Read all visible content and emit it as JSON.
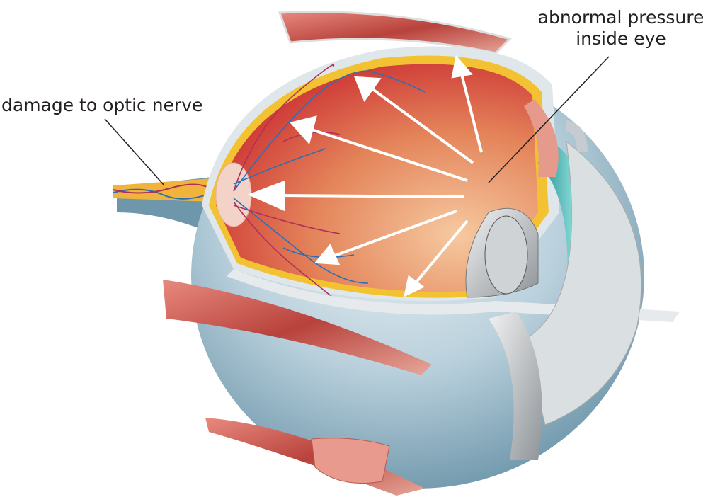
{
  "labels": {
    "optic_nerve": "damage to optic nerve",
    "pressure_line1": "abnormal pressure",
    "pressure_line2": "inside eye"
  },
  "colors": {
    "interior": "#e07a4f",
    "retina_rim": "#f2c232",
    "sclera": "#8fb3c4",
    "muscle": "#c8504a",
    "cornea": "#3aa6a6",
    "arrow": "#ffffff"
  }
}
